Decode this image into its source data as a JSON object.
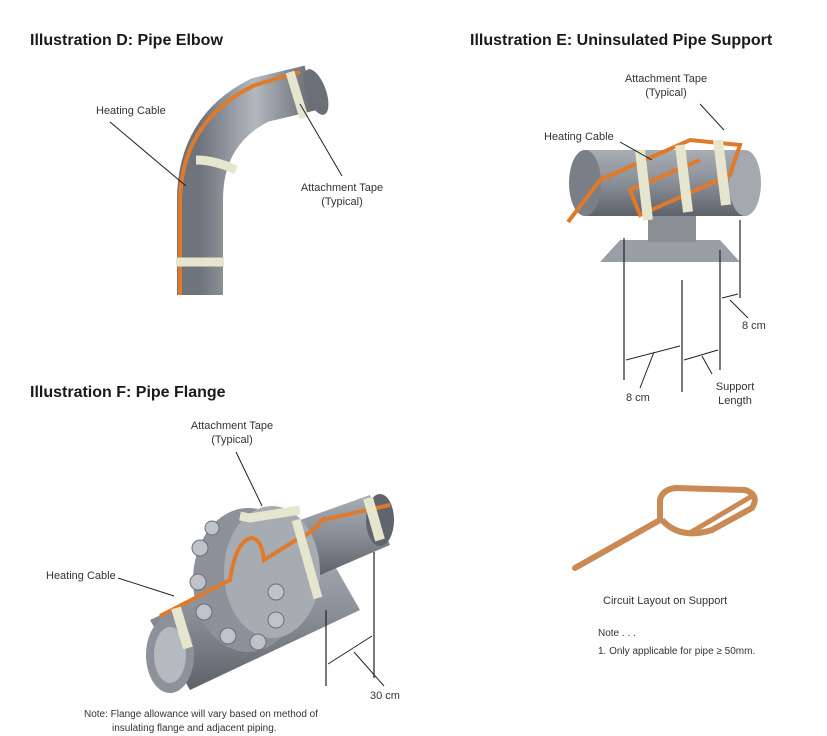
{
  "titles": {
    "d": "Illustration D: Pipe Elbow",
    "e": "Illustration E: Uninsulated Pipe Support",
    "f": "Illustration F: Pipe Flange"
  },
  "elbow": {
    "heating_cable": "Heating Cable",
    "tape_line1": "Attachment Tape",
    "tape_line2": "(Typical)"
  },
  "support": {
    "tape_line1": "Attachment Tape",
    "tape_line2": "(Typical)",
    "heating_cable": "Heating Cable",
    "dim_8cm_right": "8 cm",
    "dim_8cm_left": "8 cm",
    "support_line1": "Support",
    "support_line2": "Length"
  },
  "circuit": {
    "caption": "Circuit Layout on Support",
    "note_title": "Note . . .",
    "note_item": "1.  Only applicable for pipe ≥ 50mm."
  },
  "flange": {
    "tape_line1": "Attachment Tape",
    "tape_line2": "(Typical)",
    "heating_cable": "Heating Cable",
    "dim_30cm": "30 cm",
    "note_line1": "Note: Flange allowance will vary based on method of",
    "note_line2": "insulating flange and adjacent piping."
  },
  "colors": {
    "pipe": "#8a8f98",
    "cable": "#e07a2a",
    "tape": "#e6e6cf",
    "copper": "#c98a55"
  }
}
